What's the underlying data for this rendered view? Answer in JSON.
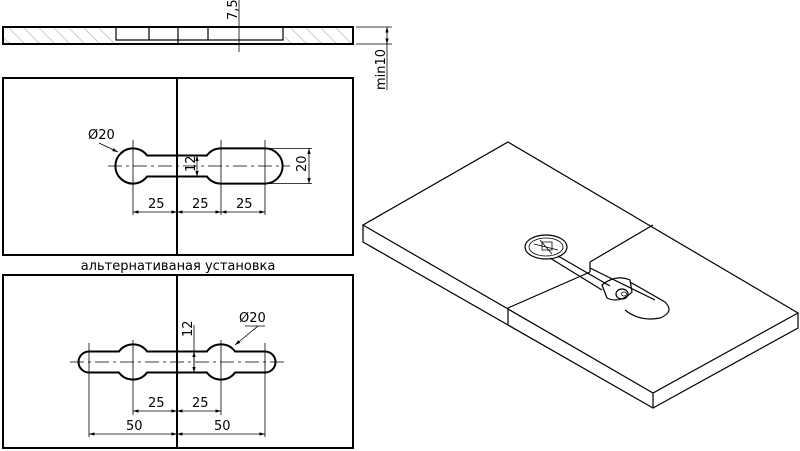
{
  "section_view": {
    "depth_label": "7,5",
    "min_thickness_label": "min10"
  },
  "top_view": {
    "diameter_label": "Ø20",
    "neck_width_label": "12",
    "slot_width_label": "20",
    "spacing_labels": [
      "25",
      "25",
      "25"
    ]
  },
  "caption": "альтернативаная установка",
  "alt_view": {
    "diameter_label": "Ø20",
    "neck_width_label": "12",
    "inner_spacing_labels": [
      "25",
      "25"
    ],
    "outer_spacing_labels": [
      "50",
      "50"
    ]
  }
}
